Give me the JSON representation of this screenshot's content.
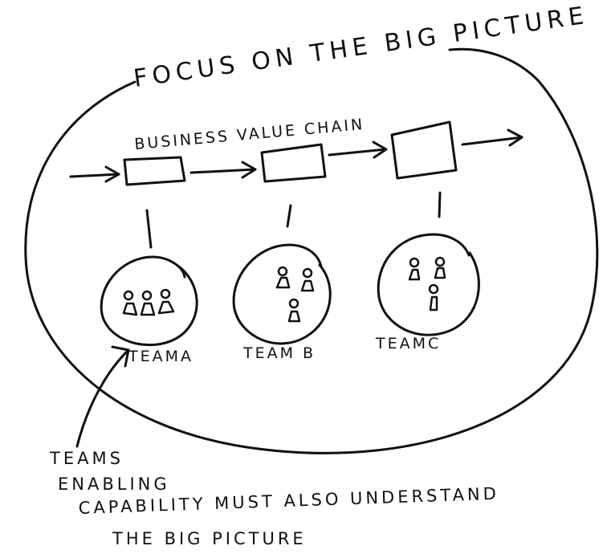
{
  "title": "FOCUS ON THE BIG PICTURE",
  "value_chain_label": "BUSINESS VALUE CHAIN",
  "teams": [
    {
      "label": "TEAMA"
    },
    {
      "label": "TEAM B"
    },
    {
      "label": "TEAMC"
    }
  ],
  "note": {
    "line1": "TEAMS",
    "line2": "ENABLING",
    "line3": "CAPABILITY MUST ALSO UNDERSTAND",
    "line4": "THE BIG PICTURE"
  },
  "colors": {
    "ink": "#111111",
    "paper": "#ffffff"
  }
}
